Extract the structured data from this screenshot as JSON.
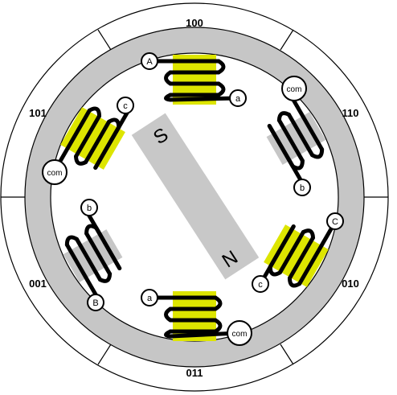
{
  "colors": {
    "stator": "#c6c6c6",
    "active_pole": "#dde500",
    "magnet": "#c8c8c8",
    "winding": "#000000",
    "outline": "#000000"
  },
  "sector_labels": {
    "top": "100",
    "upper_right": "110",
    "lower_right": "010",
    "bottom": "011",
    "lower_left": "001",
    "upper_left": "101"
  },
  "poles": {
    "top": {
      "start_label": "A",
      "end_label": "a",
      "energized": true
    },
    "upper_right": {
      "start_label": "com",
      "end_label": "b",
      "energized": false
    },
    "lower_right": {
      "start_label": "C",
      "end_label": "c",
      "energized": true
    },
    "bottom": {
      "start_label": "a",
      "end_label": "com",
      "energized": true
    },
    "lower_left": {
      "start_label": "b",
      "end_label": "B",
      "energized": false
    },
    "upper_left": {
      "start_label": "c",
      "end_label": "com",
      "energized": true
    }
  },
  "magnet": {
    "south_label": "S",
    "north_label": "N"
  }
}
